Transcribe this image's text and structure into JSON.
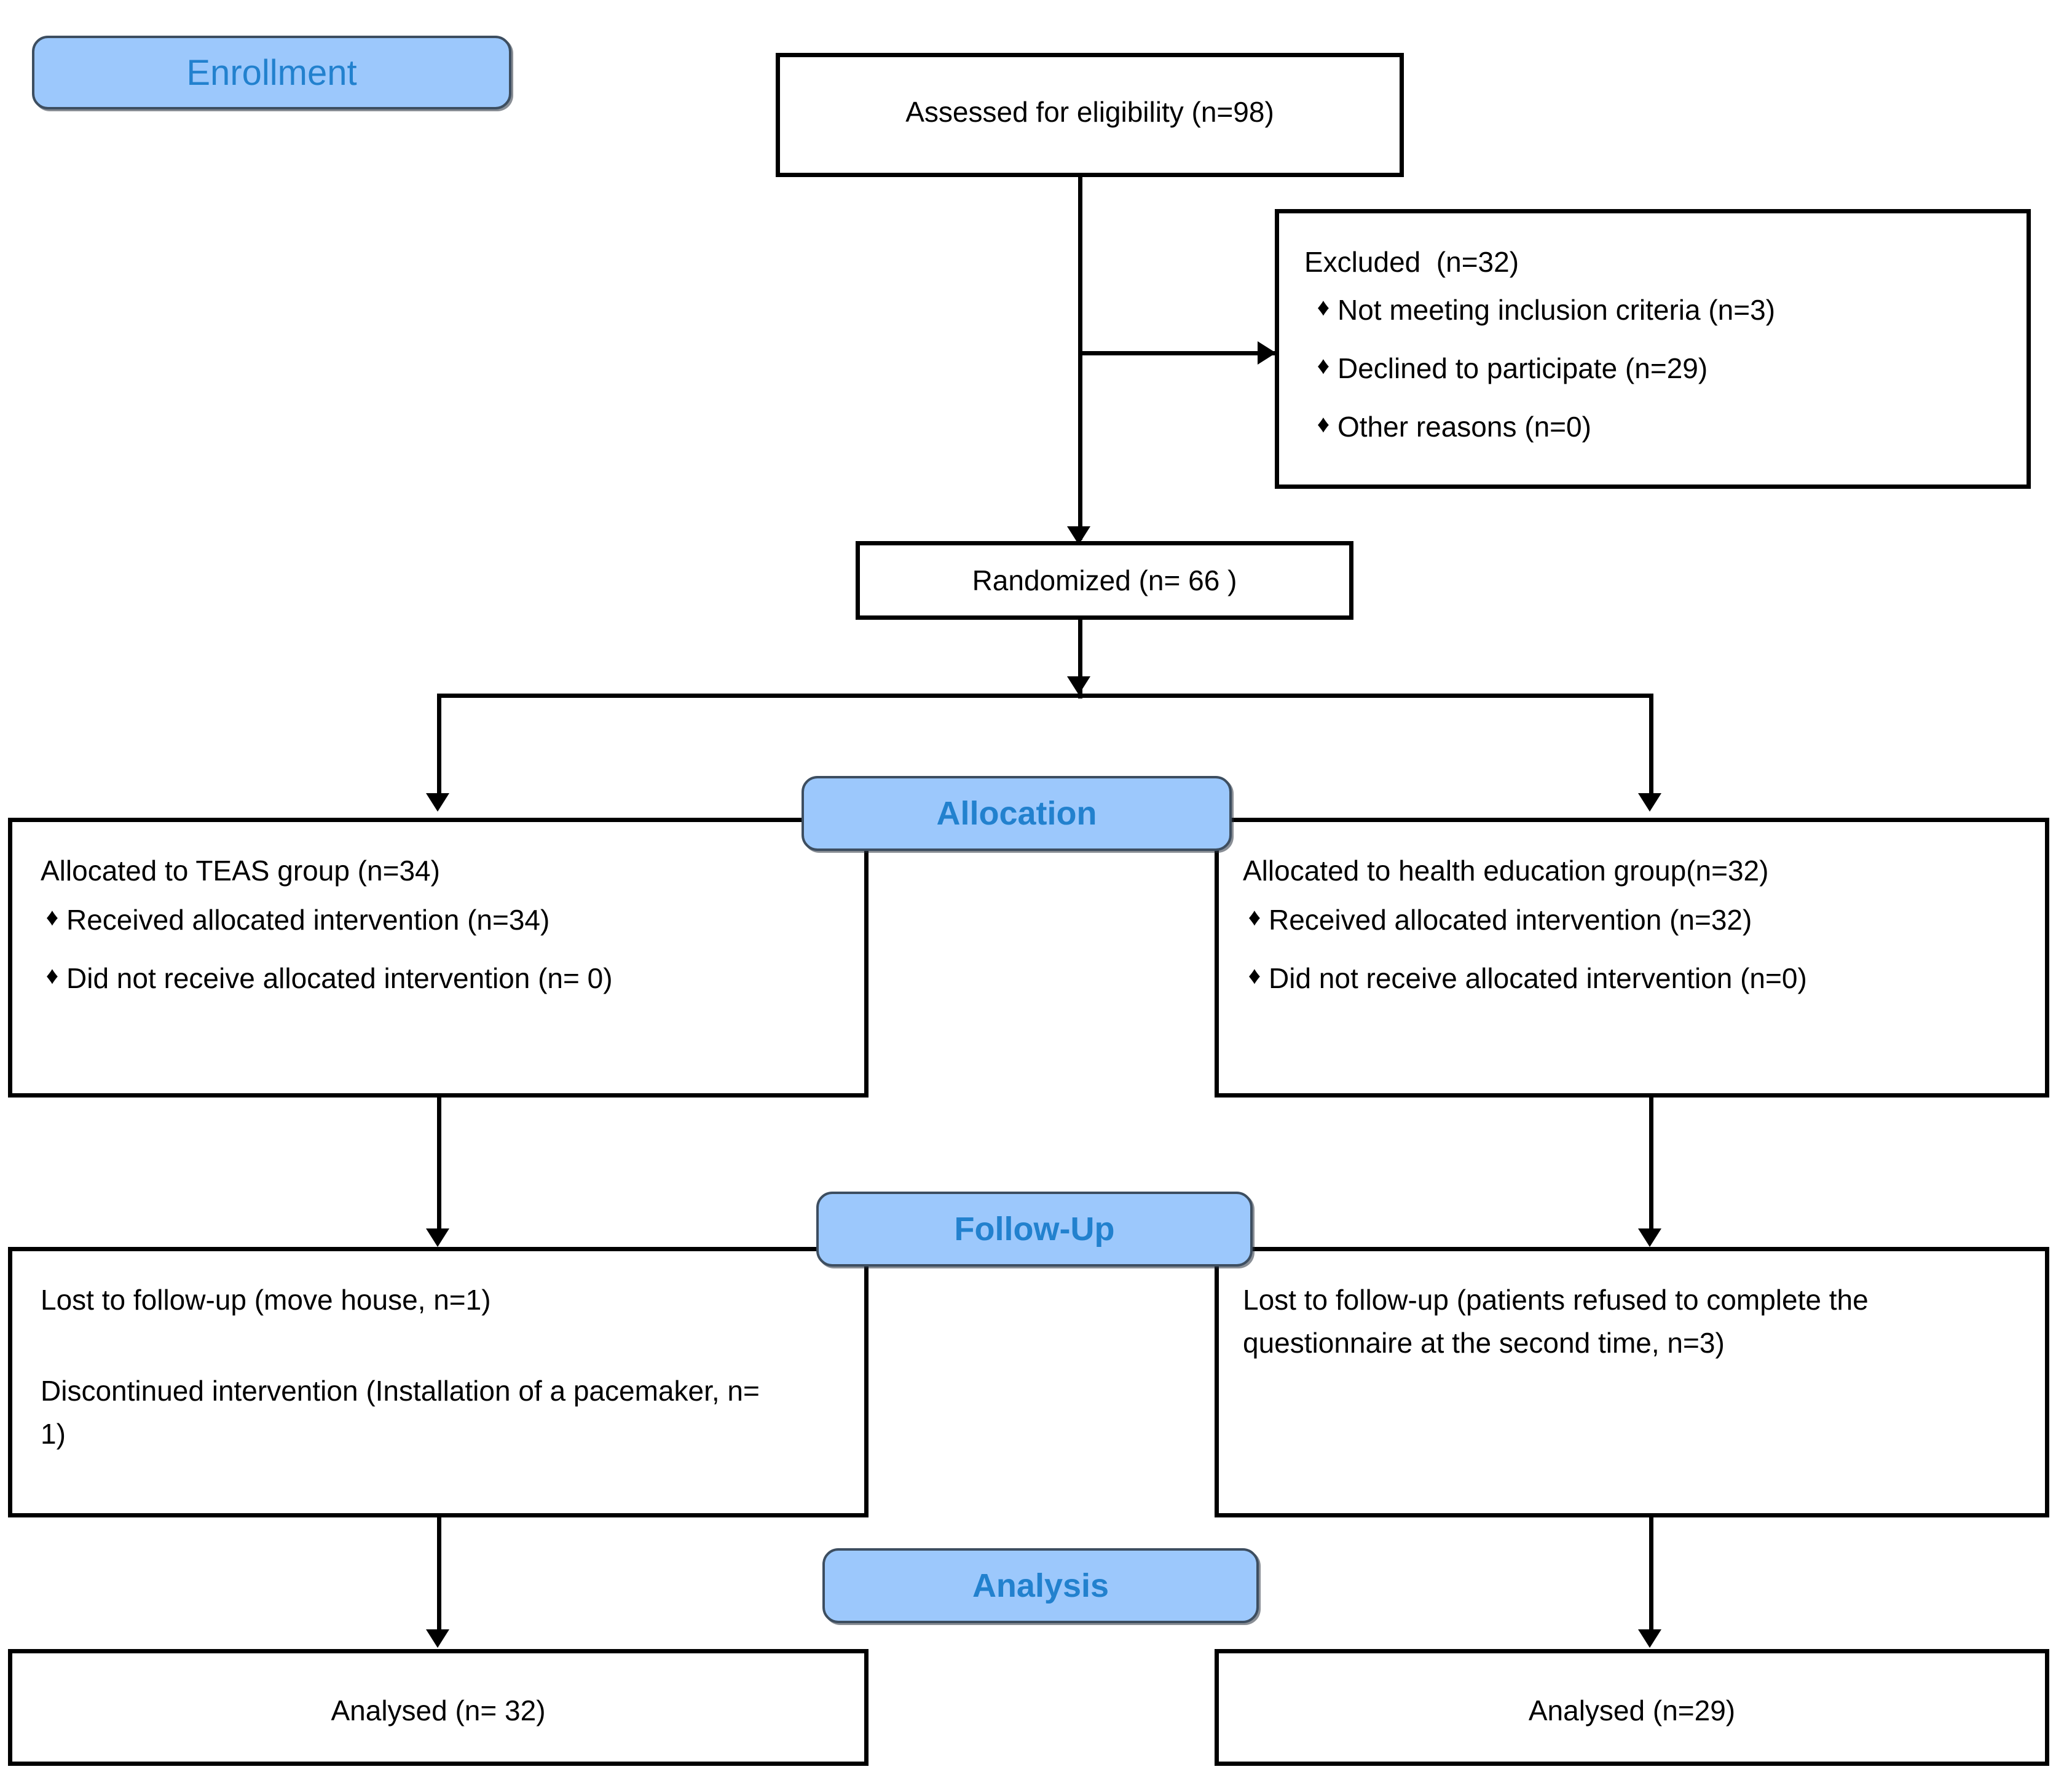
{
  "diagram": {
    "title": "CONSORT participant flow diagram",
    "accent_badge_fill": "#9CC8FC",
    "accent_badge_text": "#2281CE",
    "badge_border": "#3D4E60",
    "box_border": "#000000",
    "text_color": "#000000",
    "bullet_glyph": "♦"
  },
  "stages": {
    "enrollment": "Enrollment",
    "allocation": "Allocation",
    "followup": "Follow-Up",
    "analysis": "Analysis"
  },
  "nodes": {
    "assessed": "Assessed for eligibility (n=98)",
    "excluded_heading": "Excluded  (n=32)",
    "excluded_reasons": [
      "Not meeting inclusion criteria (n=3)",
      "Declined to participate (n=29)",
      "Other reasons (n=0)"
    ],
    "randomized": "Randomized (n= 66 )",
    "alloc_left_heading": "Allocated to TEAS group (n=34)",
    "alloc_left_items": [
      "Received allocated intervention (n=34)",
      "Did not receive allocated intervention (n= 0)"
    ],
    "alloc_right_heading": "Allocated to health education group(n=32)",
    "alloc_right_items": [
      "Received allocated intervention (n=32)",
      "Did not receive allocated intervention (n=0)"
    ],
    "followup_left_line1": "Lost to follow-up (move house, n=1)",
    "followup_left_line2": "Discontinued intervention (Installation of a pacemaker, n= 1)",
    "followup_right_line1": "Lost to follow-up (patients refused to complete the questionnaire at the second time, n=3)",
    "analysed_left": "Analysed (n= 32)",
    "analysed_right": "Analysed (n=29)"
  }
}
